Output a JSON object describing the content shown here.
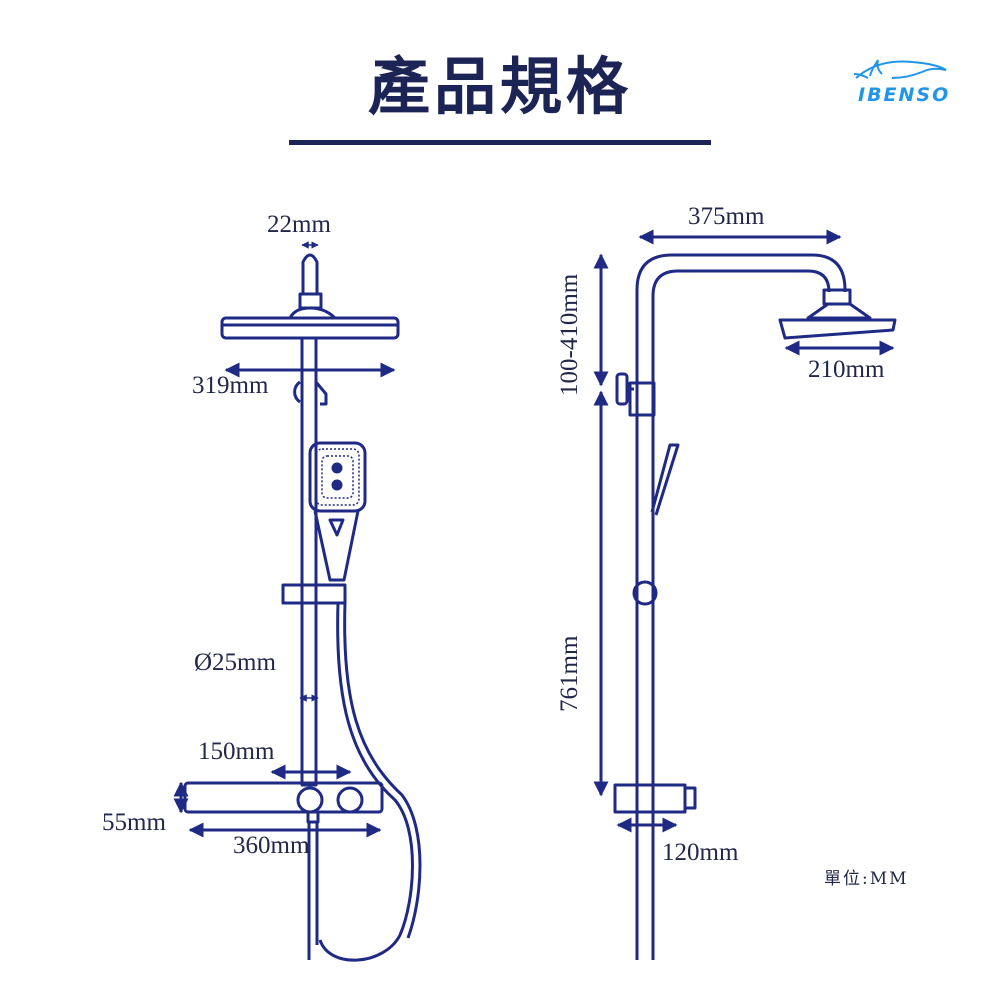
{
  "title": "產品規格",
  "logo": {
    "text": "IBENSO",
    "color": "#2196e8"
  },
  "colors": {
    "line": "#1f2a85",
    "text": "#23284a",
    "title": "#1c2455"
  },
  "front_view": {
    "dims": {
      "pipe_top": "22mm",
      "head_width": "319mm",
      "rod_diameter": "Ø25mm",
      "valve_spacing": "150mm",
      "panel_height": "55mm",
      "panel_width": "360mm"
    }
  },
  "side_view": {
    "dims": {
      "arm_length": "375mm",
      "head_depth": "210mm",
      "adjust_range": "100-410mm",
      "rod_height": "761mm",
      "valve_depth": "120mm"
    }
  },
  "unit": "單位:MM"
}
